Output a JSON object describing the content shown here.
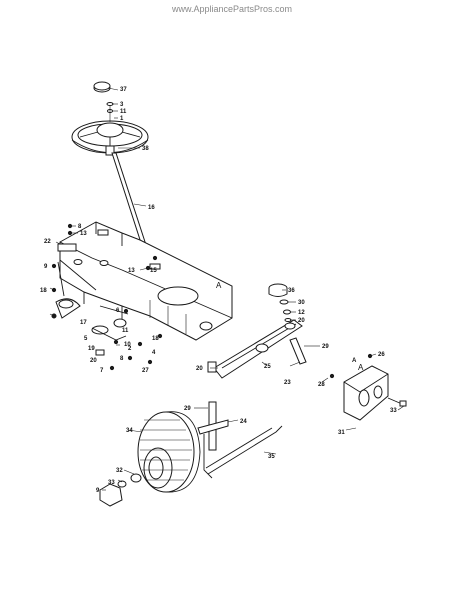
{
  "watermark": "www.AppliancePartsPros.com",
  "colors": {
    "ink": "#1a1a1a",
    "background": "#ffffff",
    "watermark": "#8a8a8a"
  },
  "frame_letters": [
    "A",
    "A"
  ],
  "callouts": [
    "37",
    "3",
    "11",
    "1",
    "38",
    "16",
    "8",
    "13",
    "22",
    "15",
    "9",
    "18",
    "10",
    "13",
    "6",
    "17",
    "11",
    "2",
    "5",
    "19",
    "20",
    "8",
    "18",
    "4",
    "7",
    "27",
    "36",
    "30",
    "12",
    "20",
    "29",
    "26",
    "25",
    "20",
    "28",
    "A",
    "23",
    "33",
    "31",
    "29",
    "24",
    "34",
    "35",
    "32",
    "33",
    "9"
  ]
}
